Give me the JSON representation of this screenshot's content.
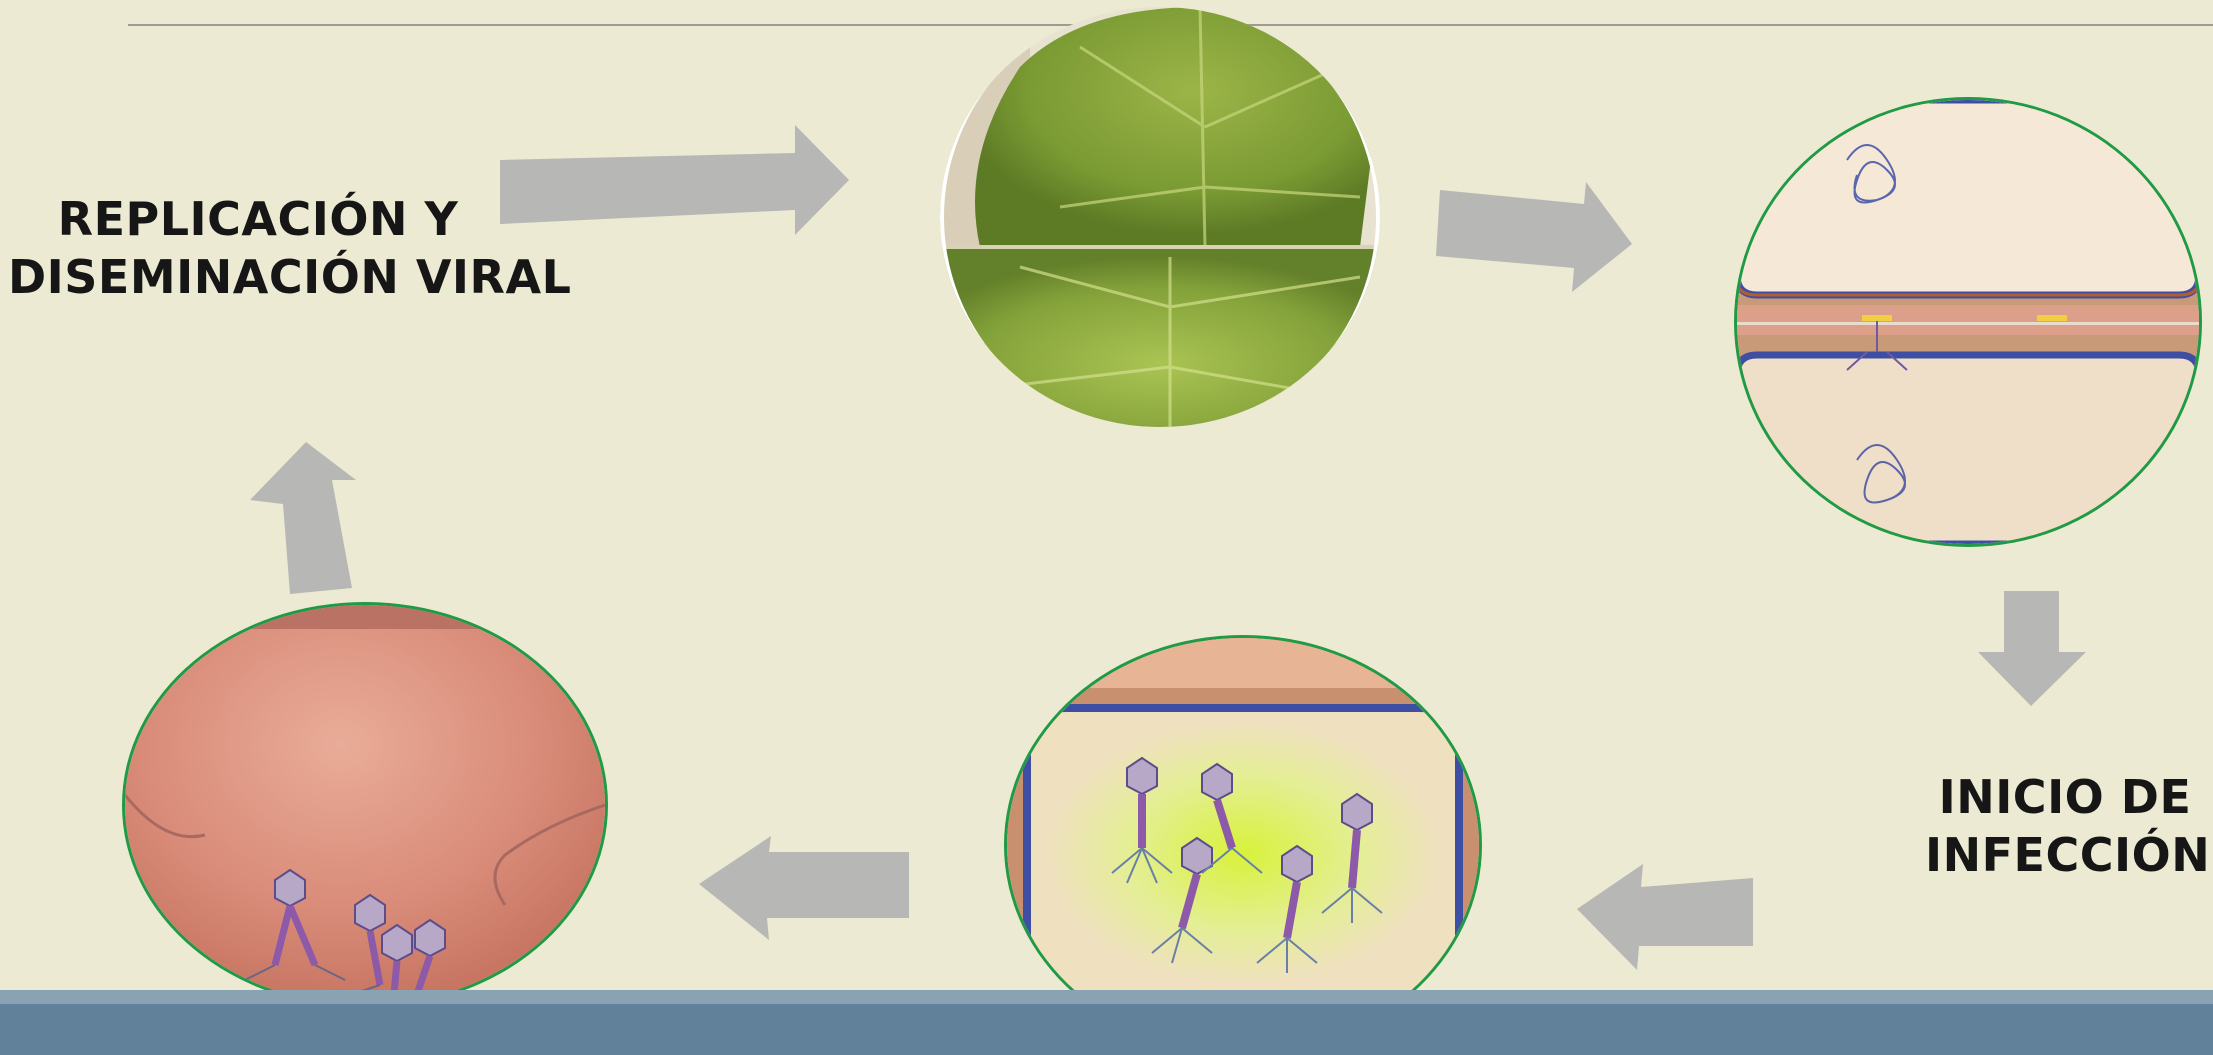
{
  "labels": {
    "replication_line1": "REPLICACIÓN Y",
    "replication_line2": "DISEMINACIÓN VIRAL",
    "infection_line1": "INICIO DE",
    "infection_line2": "INFECCIÓN"
  },
  "colors": {
    "background": "#ecead2",
    "arrow": "#b7b7b5",
    "circle_border": "#1f9a45",
    "bottom_band": "#61819a"
  },
  "diagram": {
    "type": "cycle",
    "nodes": [
      "leaf-image",
      "bacteriophage-attachment",
      "phage-replication",
      "cell-lysis"
    ]
  }
}
